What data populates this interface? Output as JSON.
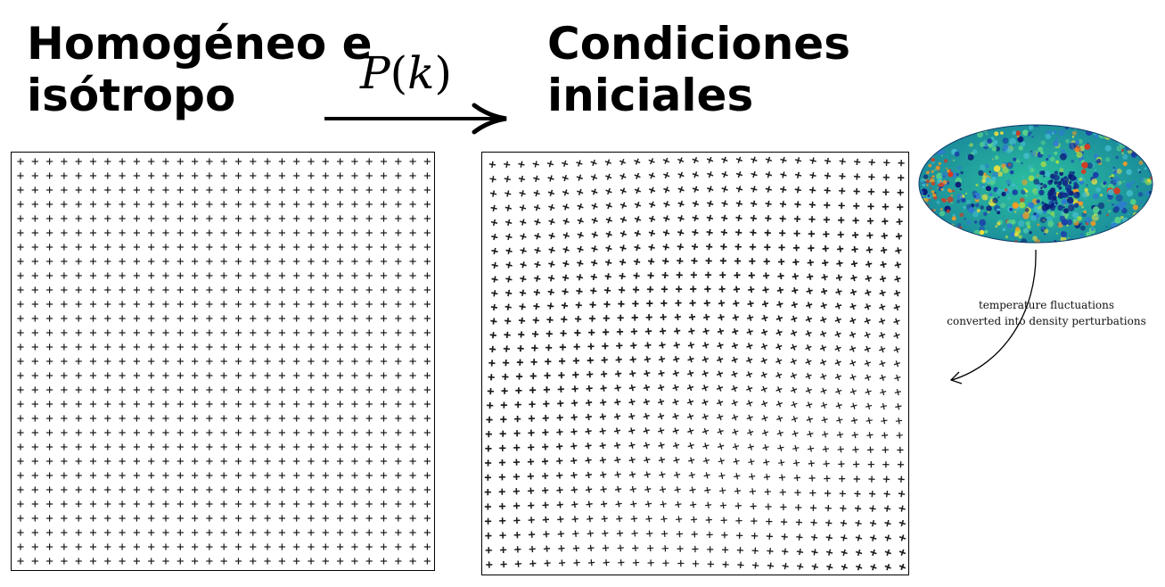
{
  "titles": {
    "left": [
      "Homogéneo e",
      "isótropo"
    ],
    "right": [
      "Condiciones",
      "iniciales"
    ]
  },
  "transform": {
    "symbol": "P",
    "argument": "k"
  },
  "cmb": {
    "caption": [
      "temperature fluctuations",
      "converted into density perturbations"
    ]
  },
  "colors": {
    "text": "#000000",
    "marker": "#1a1a1a",
    "cmb_base": "#1fa58f"
  }
}
